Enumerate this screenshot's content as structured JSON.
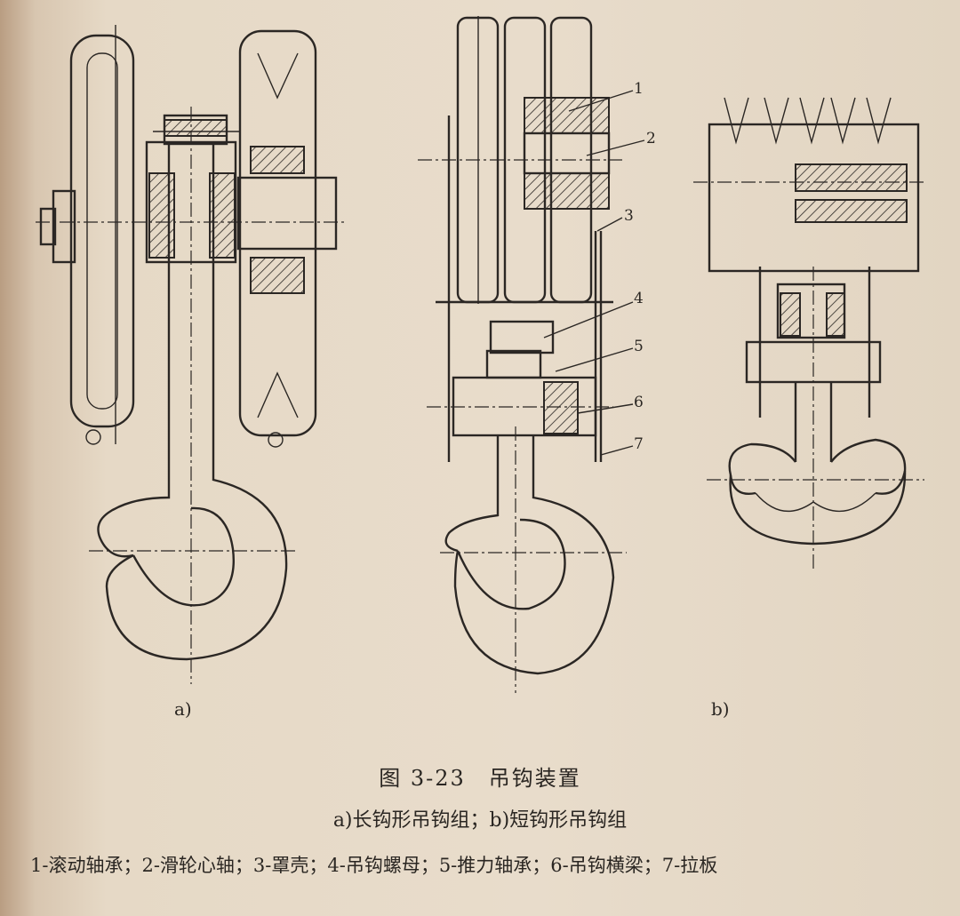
{
  "callouts": [
    "1",
    "2",
    "3",
    "4",
    "5",
    "6",
    "7"
  ],
  "subfigures": {
    "a": "a)",
    "b": "b)"
  },
  "caption": {
    "title": "图 3-23　吊钩装置",
    "subtitle": "a)长钩形吊钩组；b)短钩形吊钩组",
    "legend": "1-滚动轴承；2-滑轮心轴；3-罩壳；4-吊钩螺母；5-推力轴承；6-吊钩横梁；7-拉板"
  }
}
